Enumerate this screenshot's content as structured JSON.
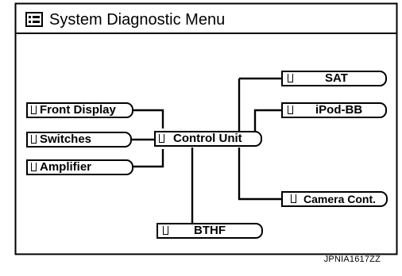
{
  "header": {
    "title": "System Diagnostic Menu",
    "icon": "menu-list-icon"
  },
  "diagram": {
    "hub": {
      "label": "Control Unit"
    },
    "left_nodes": [
      {
        "label": "Front Display"
      },
      {
        "label": "Switches"
      },
      {
        "label": "Amplifier"
      }
    ],
    "right_nodes": [
      {
        "label": "SAT"
      },
      {
        "label": "iPod-BB"
      },
      {
        "label": "Camera Cont."
      }
    ],
    "bottom_node": {
      "label": "BTHF"
    }
  },
  "footer": {
    "code": "JPNIA1617ZZ"
  }
}
